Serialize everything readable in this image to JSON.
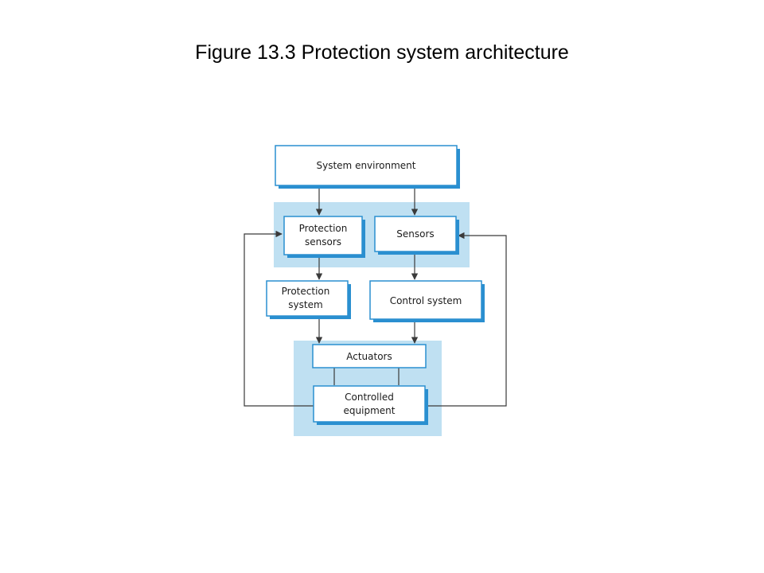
{
  "title": "Figure 13.3 Protection system architecture",
  "diagram": {
    "colors": {
      "box_fill": "#ffffff",
      "box_border": "#2a8fd0",
      "box_shadow": "#2a8fd0",
      "group_fill": "#bfe0f2",
      "connector": "#3a3a3a"
    },
    "boxes": {
      "system_environment": {
        "lines": [
          "System environment"
        ]
      },
      "protection_sensors": {
        "lines": [
          "Protection",
          "sensors"
        ]
      },
      "sensors": {
        "lines": [
          "Sensors"
        ]
      },
      "protection_system": {
        "lines": [
          "Protection",
          "system"
        ]
      },
      "control_system": {
        "lines": [
          "Control system"
        ]
      },
      "actuators": {
        "lines": [
          "Actuators"
        ]
      },
      "controlled_equipment": {
        "lines": [
          "Controlled",
          "equipment"
        ]
      }
    }
  }
}
